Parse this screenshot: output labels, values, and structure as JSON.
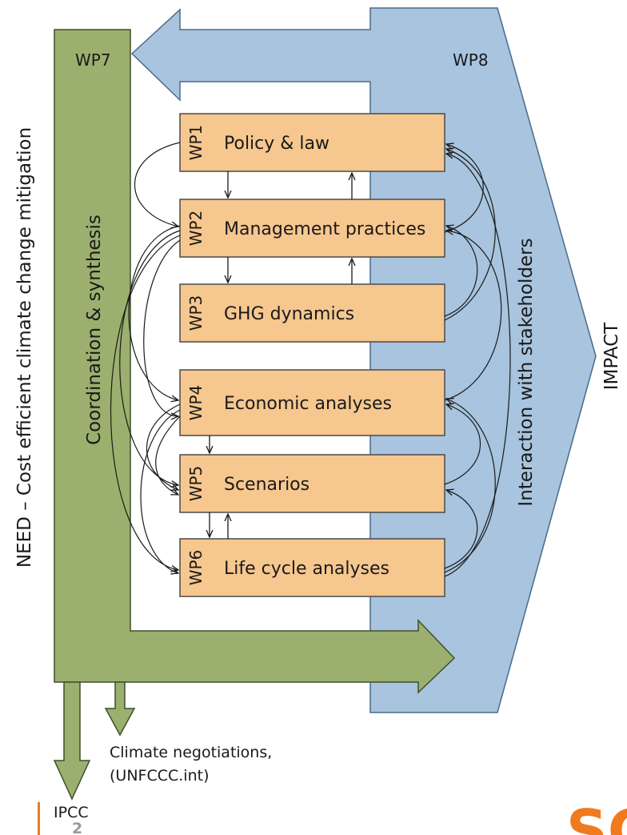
{
  "left_label": "NEED – Cost efficient climate change mitigation",
  "right_label": "IMPACT",
  "wp7": {
    "id": "WP7",
    "label": "Coordination & synthesis"
  },
  "wp8": {
    "id": "WP8",
    "label": "Interaction with stakeholders"
  },
  "boxes": [
    {
      "id": "WP1",
      "title": "Policy & law"
    },
    {
      "id": "WP2",
      "title": "Management practices"
    },
    {
      "id": "WP3",
      "title": "GHG dynamics"
    },
    {
      "id": "WP4",
      "title": "Economic analyses"
    },
    {
      "id": "WP5",
      "title": "Scenarios"
    },
    {
      "id": "WP6",
      "title": "Life cycle analyses"
    }
  ],
  "outputs": {
    "climate_line1": "Climate negotiations,",
    "climate_line2": "(UNFCCC.int)",
    "ipcc": "IPCC"
  },
  "footer": {
    "page_number": "2",
    "logo_fragment": "SC"
  },
  "colors": {
    "green": "#9bb06e",
    "green_stroke": "#3f4f2a",
    "blue": "#a8c4de",
    "blue_stroke": "#4a6a8a",
    "box": "#f6c78e",
    "box_stroke": "#4a4a4a",
    "accent_orange": "#f07a1e"
  }
}
